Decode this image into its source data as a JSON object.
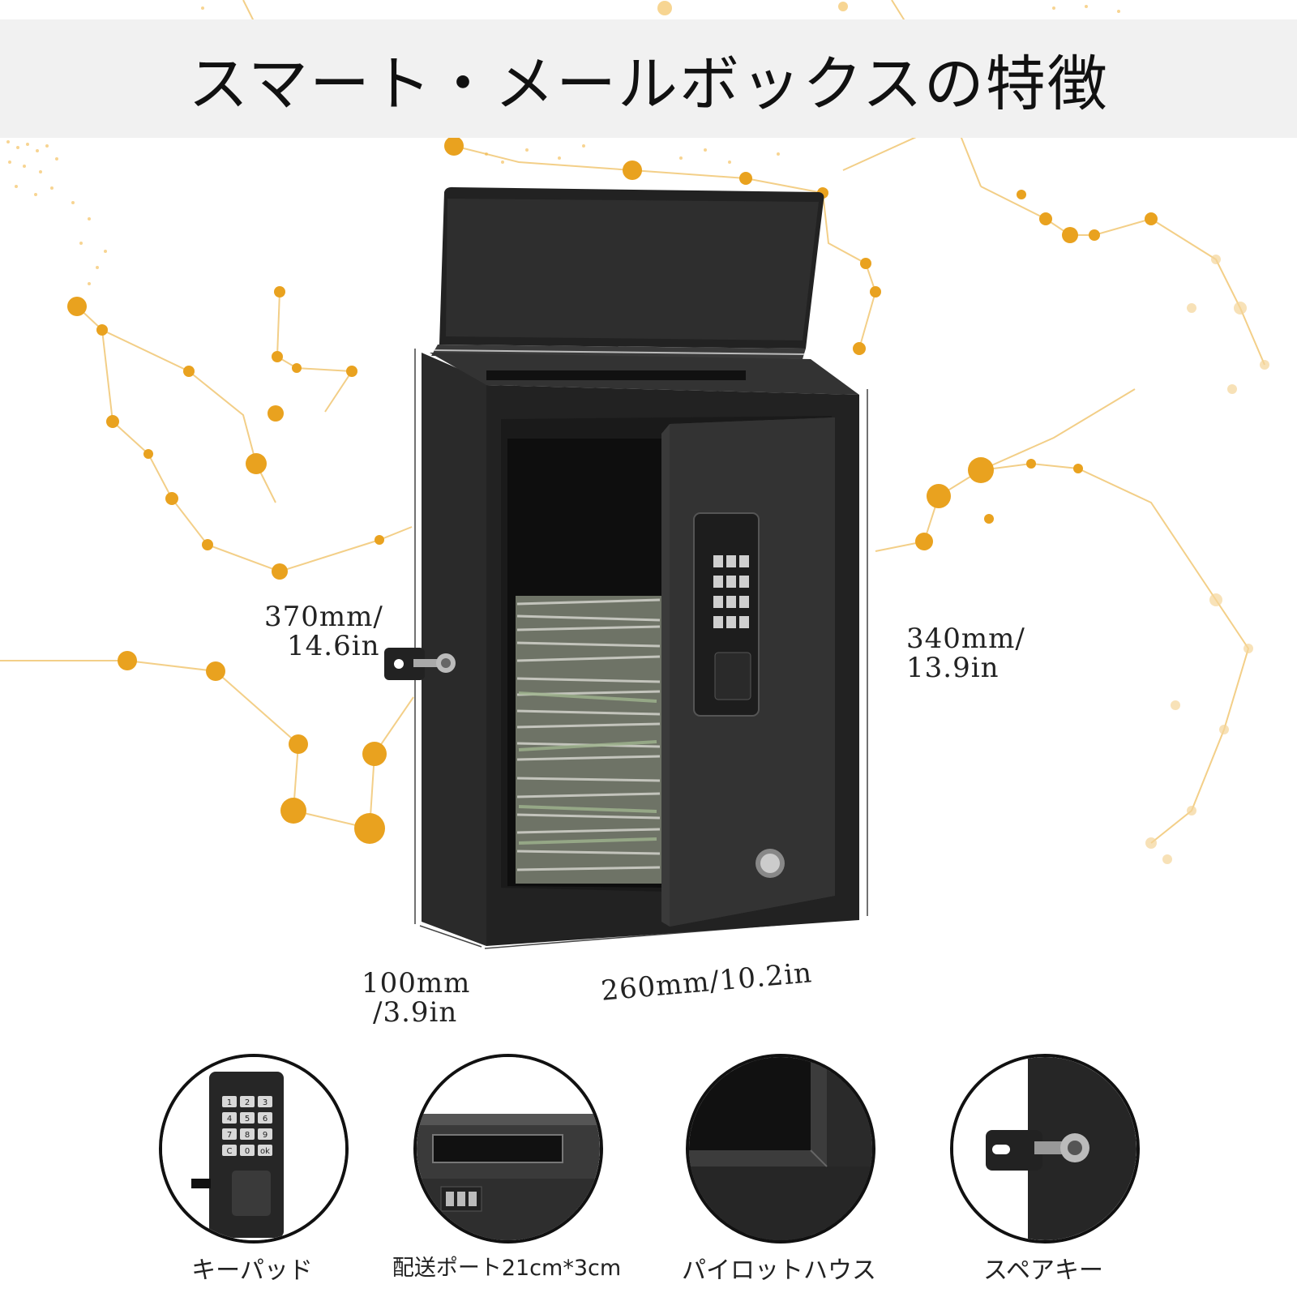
{
  "title": "スマート・メールボックスの特徴",
  "dimensions": {
    "height_total_mm": "370mm/",
    "height_total_in": "14.6in",
    "height_body_mm": "340mm/",
    "height_body_in": "13.9in",
    "depth_mm": "100mm",
    "depth_in": "/3.9in",
    "width": "260mm/10.2in"
  },
  "features": [
    {
      "label": "キーパッド",
      "icon": "keypad-icon"
    },
    {
      "label": "配送ポート21cm*3cm",
      "icon": "mail-slot-icon"
    },
    {
      "label": "パイロットハウス",
      "icon": "interior-icon"
    },
    {
      "label": "スペアキー",
      "icon": "key-lock-icon"
    }
  ],
  "keypad_keys": [
    "1",
    "2",
    "3",
    "4",
    "5",
    "6",
    "7",
    "8",
    "9",
    "C",
    "0",
    "ok"
  ],
  "colors": {
    "accent": "#e9a21f",
    "body": "#2b2b2b",
    "title_band": "#f1f1f1"
  }
}
